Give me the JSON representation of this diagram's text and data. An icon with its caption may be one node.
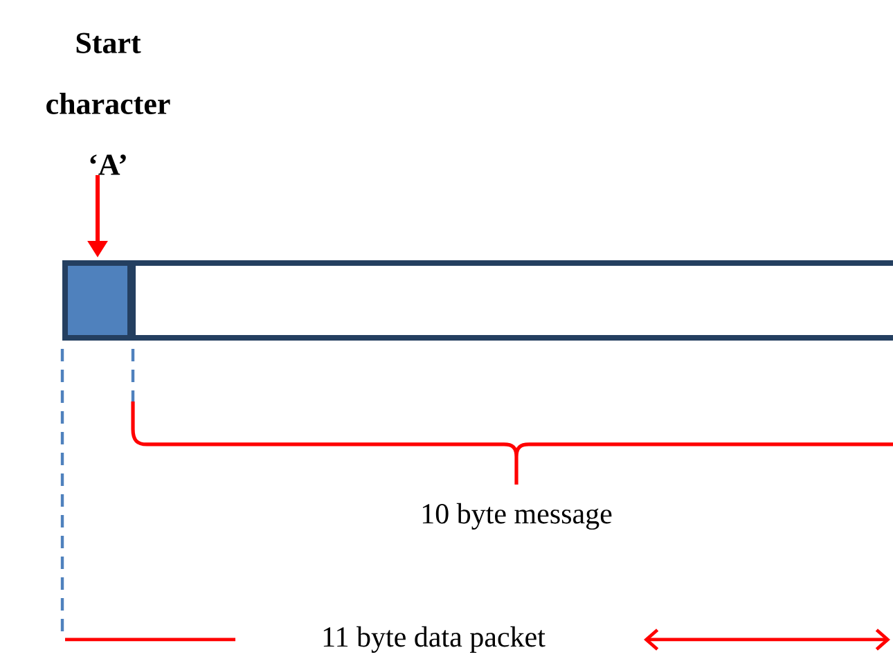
{
  "diagram": {
    "nodes": [
      {
        "text": [
          "Start character ‘A’"
        ]
      },
      {
        "text": [],
        "shape": "box"
      },
      {
        "text": [],
        "shape": "box"
      }
    ],
    "edges": [
      {
        "from": 0,
        "to": 1,
        "arrow": "to",
        "color": "#ff0000"
      }
    ],
    "labels": [
      "10 byte message",
      "11 byte data packet"
    ]
  }
}
